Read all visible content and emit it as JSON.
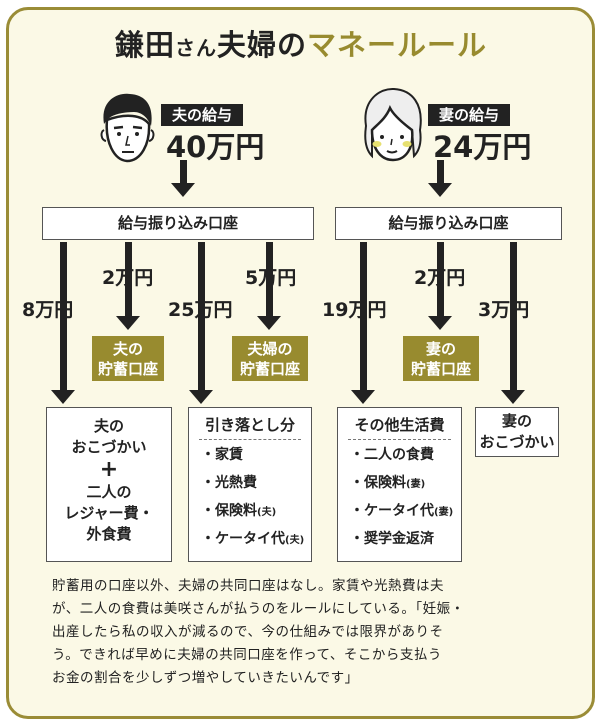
{
  "title": {
    "part1": "鎌田",
    "part2": "さん",
    "part3": "夫婦の",
    "part4": "マネールール"
  },
  "husband": {
    "tag": "夫の給与",
    "amount": "40万円"
  },
  "wife": {
    "tag": "妻の給与",
    "amount": "24万円"
  },
  "left_bank": "給与振り込み口座",
  "right_bank": "給与振り込み口座",
  "flows": {
    "f1": "8万円",
    "f2": "2万円",
    "f3": "25万円",
    "f4": "5万円",
    "f5": "19万円",
    "f6": "2万円",
    "f7": "3万円"
  },
  "savings": {
    "husband": [
      "夫の",
      "貯蓄口座"
    ],
    "couple": [
      "夫婦の",
      "貯蓄口座"
    ],
    "wife": [
      "妻の",
      "貯蓄口座"
    ]
  },
  "box_husband_spending": {
    "line1": "夫の",
    "line2": "おこづかい",
    "plus": "+",
    "line3": "二人の",
    "line4": "レジャー費・",
    "line5": "外食費"
  },
  "box_deductions": {
    "head": "引き落とし分",
    "items": [
      {
        "text": "・家賃",
        "paren": ""
      },
      {
        "text": "・光熱費",
        "paren": ""
      },
      {
        "text": "・保険料",
        "paren": "(夫)"
      },
      {
        "text": "・ケータイ代",
        "paren": "(夫)"
      }
    ]
  },
  "box_living": {
    "head": "その他生活費",
    "items": [
      {
        "text": "・二人の食費",
        "paren": ""
      },
      {
        "text": "・保険料",
        "paren": "(妻)"
      },
      {
        "text": "・ケータイ代",
        "paren": "(妻)"
      },
      {
        "text": "・奨学金返済",
        "paren": ""
      }
    ]
  },
  "box_wife_spending": {
    "line1": "妻の",
    "line2": "おこづかい"
  },
  "note": [
    "貯蓄用の口座以外、夫婦の共同口座はなし。家賃や光熱費は夫",
    "が、二人の食費は美咲さんが払うのをルールにしている。「妊娠・",
    "出産したら私の収入が減るので、今の仕組みでは限界がありそ",
    "う。できれば早めに夫婦の共同口座を作って、そこから支払う",
    "お金の割合を少しずつ増やしていきたいんです」"
  ],
  "colors": {
    "accent": "#988b2f",
    "frame": "#9a8c36",
    "background": "#fbf9e6",
    "dark": "#222222"
  },
  "icons": [
    "husband-face-icon",
    "wife-face-icon"
  ]
}
